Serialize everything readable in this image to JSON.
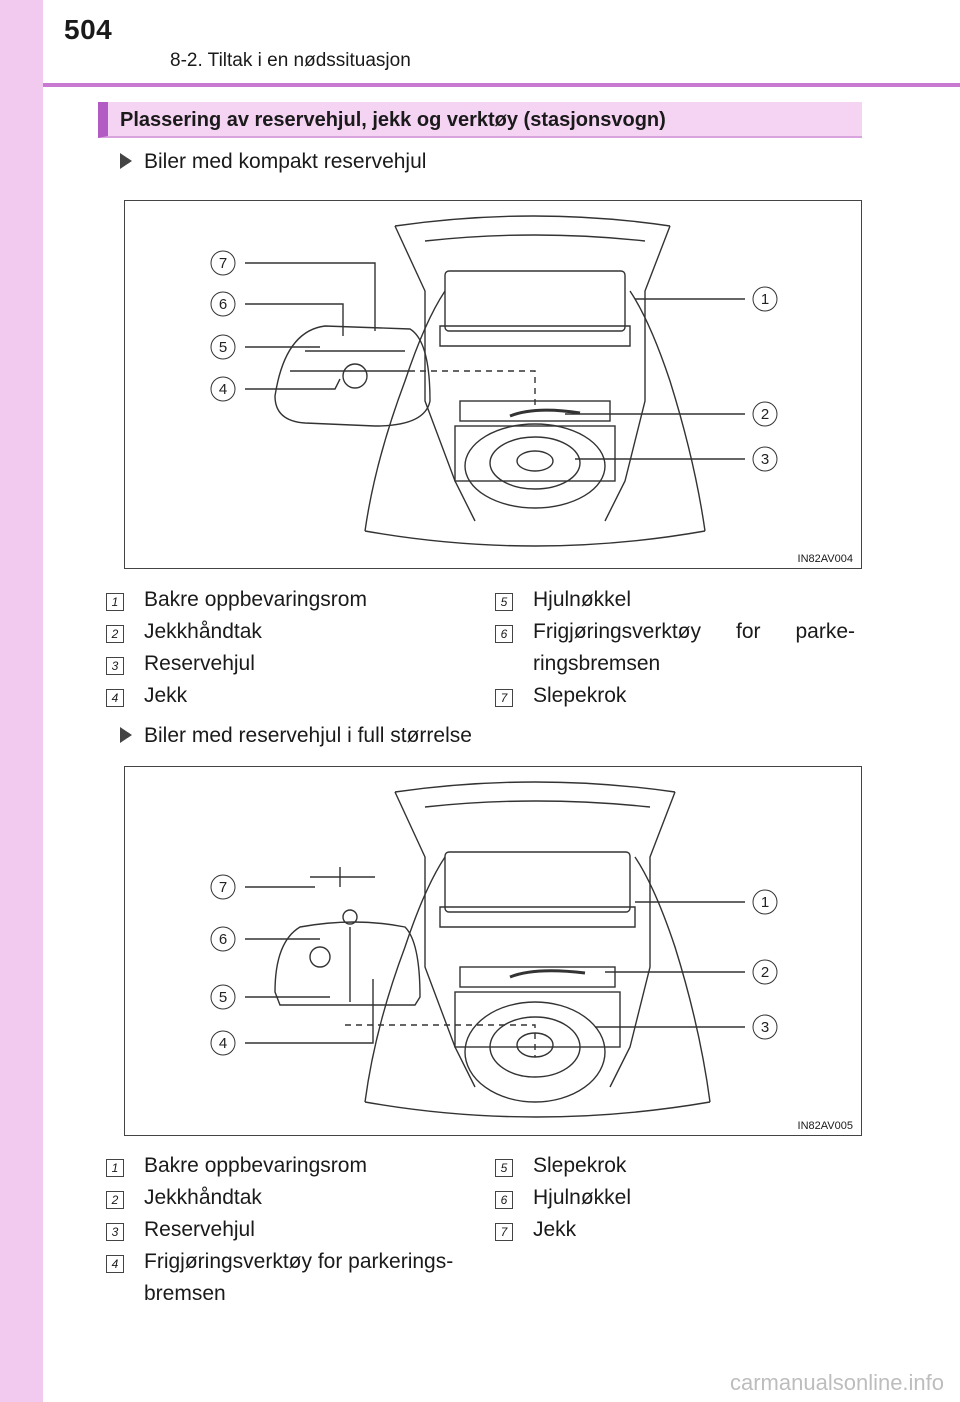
{
  "page_number": "504",
  "section_title": "8-2. Tiltak i en nødssituasjon",
  "heading": "Plassering av reservehjul, jekk og verktøy (stasjonsvogn)",
  "variant_1": {
    "title": "Biler med kompakt reservehjul",
    "figure_code": "IN82AV004",
    "callouts": [
      "1",
      "2",
      "3",
      "4",
      "5",
      "6",
      "7"
    ],
    "legend_left": [
      {
        "num": "1",
        "label": "Bakre oppbevaringsrom"
      },
      {
        "num": "2",
        "label": "Jekkhåndtak"
      },
      {
        "num": "3",
        "label": "Reservehjul"
      },
      {
        "num": "4",
        "label": "Jekk"
      }
    ],
    "legend_right": [
      {
        "num": "5",
        "label": "Hjulnøkkel"
      },
      {
        "num": "6",
        "label_line1": "Frigjøringsverktøy for parke-",
        "label_line2": "ringsbremsen"
      },
      {
        "num": "7",
        "label": "Slepekrok"
      }
    ]
  },
  "variant_2": {
    "title": "Biler med reservehjul i full størrelse",
    "figure_code": "IN82AV005",
    "callouts": [
      "1",
      "2",
      "3",
      "4",
      "5",
      "6",
      "7"
    ],
    "legend_left": [
      {
        "num": "1",
        "label": "Bakre oppbevaringsrom"
      },
      {
        "num": "2",
        "label": "Jekkhåndtak"
      },
      {
        "num": "3",
        "label": "Reservehjul"
      },
      {
        "num": "4",
        "label_line1": "Frigjøringsverktøy for parkerings-",
        "label_line2": "bremsen"
      }
    ],
    "legend_right": [
      {
        "num": "5",
        "label": "Slepekrok"
      },
      {
        "num": "6",
        "label": "Hjulnøkkel"
      },
      {
        "num": "7",
        "label": "Jekk"
      }
    ]
  },
  "footer_brand": "carmanualsonline.info",
  "colors": {
    "side_band": "#f2c9ef",
    "accent": "#b25bc4",
    "heading_bg": "#f5d3f3"
  }
}
